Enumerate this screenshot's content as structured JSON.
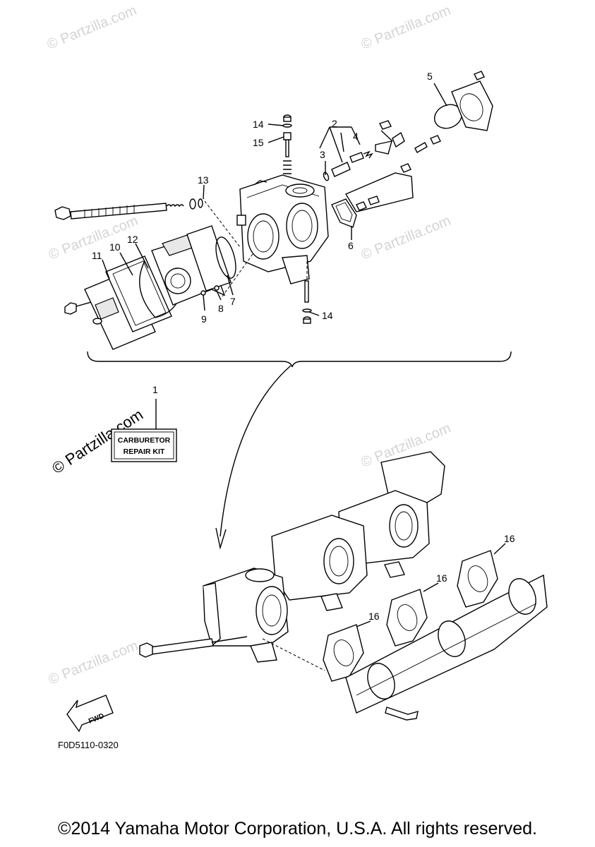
{
  "watermark": "© Partzilla.com",
  "callouts": [
    "1",
    "2",
    "3",
    "4",
    "5",
    "6",
    "7",
    "8",
    "9",
    "10",
    "11",
    "12",
    "13",
    "14",
    "15",
    "14",
    "16",
    "16",
    "16"
  ],
  "repair_kit": {
    "line1": "CARBURETOR",
    "line2": "REPAIR KIT"
  },
  "fwd_label": "FWD",
  "diagram_code": "F0D5110-0320",
  "copyright": "©2014 Yamaha Motor Corporation, U.S.A. All rights reserved."
}
